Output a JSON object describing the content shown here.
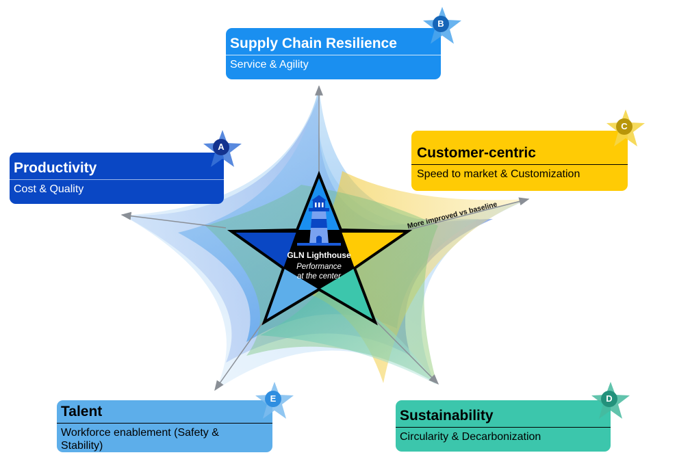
{
  "center": {
    "title": "GLN Lighthouse",
    "subtitle_line1": "Performance",
    "subtitle_line2": "at the center"
  },
  "annotation": "More improved vs baseline",
  "pillars": [
    {
      "key": "A",
      "title": "Productivity",
      "subtitle": "Cost & Quality",
      "color": "#0a47c4",
      "badge_color": "#14338f",
      "text_color": "#ffffff"
    },
    {
      "key": "B",
      "title": "Supply Chain Resilience",
      "subtitle": "Service & Agility",
      "color": "#1a8ff0",
      "badge_color": "#1565b8",
      "text_color": "#ffffff"
    },
    {
      "key": "C",
      "title": "Customer-centric",
      "subtitle": "Speed to market & Customization",
      "color": "#ffcb05",
      "badge_color": "#b8960a",
      "text_color": "#000000"
    },
    {
      "key": "D",
      "title": "Sustainability",
      "subtitle": "Circularity & Decarbonization",
      "color": "#3cc6ac",
      "badge_color": "#23917b",
      "text_color": "#000000"
    },
    {
      "key": "E",
      "title": "Talent",
      "subtitle": "Workforce enablement (Safety & Stability)",
      "color": "#5daeea",
      "badge_color": "#2f8ee0",
      "text_color": "#000000"
    }
  ]
}
